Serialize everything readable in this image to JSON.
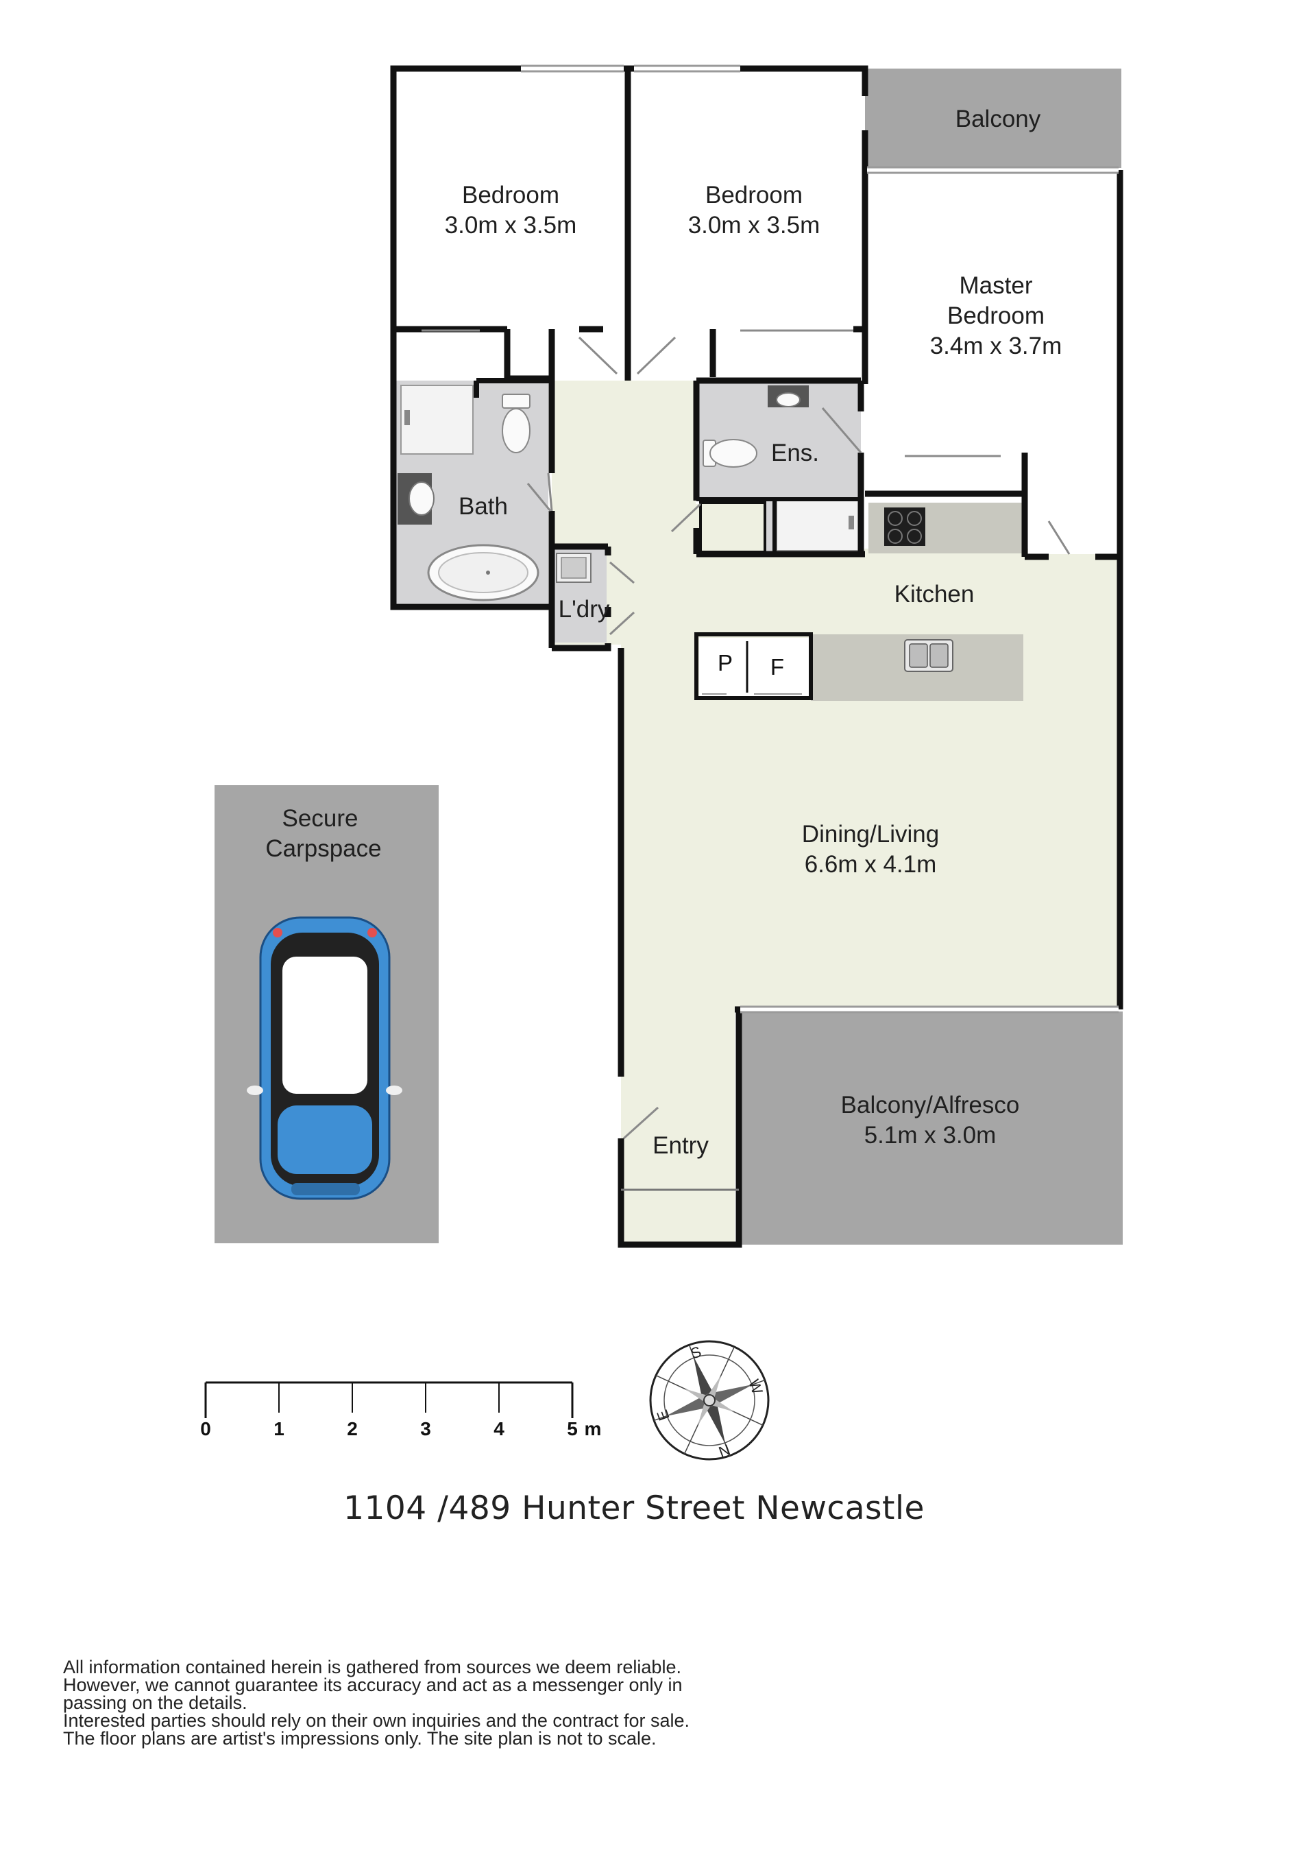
{
  "rooms": {
    "bedroom1": {
      "name": "Bedroom",
      "size": "3.0m x 3.5m"
    },
    "bedroom2": {
      "name": "Bedroom",
      "size": "3.0m x 3.5m"
    },
    "master": {
      "name_line1": "Master",
      "name_line2": "Bedroom",
      "size": "3.4m x 3.7m"
    },
    "balcony_top": {
      "name": "Balcony"
    },
    "bath": {
      "name": "Bath"
    },
    "ensuite": {
      "name": "Ens."
    },
    "laundry": {
      "name": "L'dry"
    },
    "kitchen": {
      "name": "Kitchen"
    },
    "pantry": {
      "name": "P"
    },
    "fridge": {
      "name": "F"
    },
    "dining_living": {
      "name": "Dining/Living",
      "size": "6.6m x 4.1m"
    },
    "balcony_alfresco": {
      "name": "Balcony/Alfresco",
      "size": "5.1m x 3.0m"
    },
    "entry": {
      "name": "Entry"
    },
    "carpspace": {
      "name_line1": "Secure",
      "name_line2": "Carpspace"
    }
  },
  "scale_bar": {
    "ticks": [
      "0",
      "1",
      "2",
      "3",
      "4",
      "5"
    ],
    "unit": "m"
  },
  "compass": {
    "letters": [
      "S",
      "W",
      "N",
      "E"
    ]
  },
  "address": "1104 /489 Hunter Street Newcastle",
  "disclaimer": [
    "All information contained herein is gathered from sources we deem reliable.",
    "However, we cannot guarantee its accuracy and act as a messenger only in",
    "passing on the details.",
    "Interested parties should rely on their own inquiries and the contract for sale.",
    "The floor plans are artist's impressions only. The site plan is not to scale."
  ],
  "colors": {
    "wall": "#111111",
    "living_floor": "#eef0e1",
    "wet_floor": "#d4d4d6",
    "outdoor": "#a6a6a6",
    "bench": "#cbcbc3",
    "car_body": "#3f8fd4"
  }
}
